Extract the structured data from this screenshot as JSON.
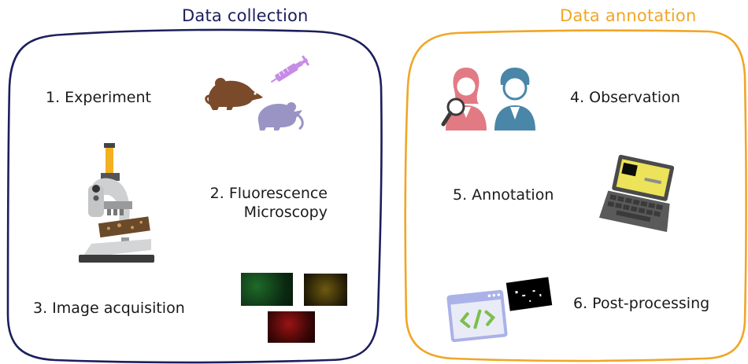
{
  "panels": {
    "collection": {
      "title": "Data collection",
      "color": "#1b1f5c",
      "steps": {
        "experiment": "1. Experiment",
        "microscopy_line1": "2. Fluorescence",
        "microscopy_line2": "Microscopy",
        "acquisition": "3. Image acquisition"
      }
    },
    "annotation": {
      "title": "Data annotation",
      "color": "#f0a626",
      "steps": {
        "observation": "4. Observation",
        "annotation": "5. Annotation",
        "postprocessing": "6. Post-processing"
      }
    }
  },
  "icons": [
    "mouse-icon",
    "rat-icon",
    "syringe-icon",
    "microscope-icon",
    "fluorescence-image-icon",
    "researchers-icon",
    "magnifier-icon",
    "laptop-icon",
    "code-window-icon",
    "binary-mask-icon"
  ],
  "colors": {
    "mouse_brown": "#7a4a2b",
    "rat_lavender": "#9a94c4",
    "syringe_violet": "#c58ce6",
    "researcher_pink": "#e27a84",
    "researcher_blue": "#4a86a8",
    "laptop_yellow": "#ece35a",
    "code_green": "#7bbf4a"
  }
}
